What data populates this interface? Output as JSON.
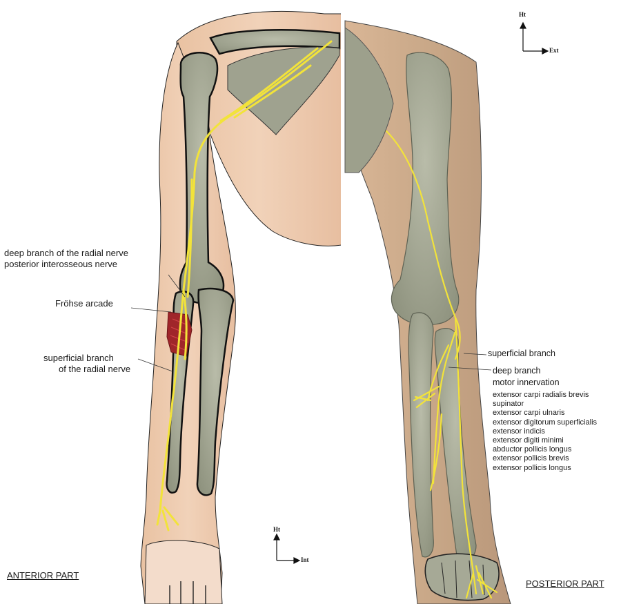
{
  "anterior": {
    "part_label": "ANTERIOR PART",
    "labels": {
      "deep_branch": "deep branch of the radial nerve",
      "posterior_interosseous": "posterior interosseous nerve",
      "frohse": "Fröhse arcade",
      "superficial_1": "superficial branch",
      "superficial_2": "of the radial nerve"
    },
    "axis": {
      "vertical": "Ht",
      "horizontal": "Int"
    }
  },
  "posterior": {
    "part_label": "POSTERIOR PART",
    "labels": {
      "superficial": "superficial branch",
      "deep": "deep branch",
      "motor": "motor innervation"
    },
    "muscles": [
      "extensor carpi radialis brevis",
      "supinator",
      "extensor carpi ulnaris",
      "extensor digitorum superficialis",
      "extensor indicis",
      "extensor digiti minimi",
      "abductor pollicis longus",
      "extensor pollicis brevis",
      "extensor pollicis longus"
    ],
    "axis": {
      "vertical": "Ht",
      "horizontal": "Ext"
    }
  },
  "colors": {
    "skin": "#ecc6a7",
    "bone": "#a9ad9b",
    "nerve": "#f2e33a",
    "muscle": "#a0262a",
    "outline": "#111111"
  }
}
